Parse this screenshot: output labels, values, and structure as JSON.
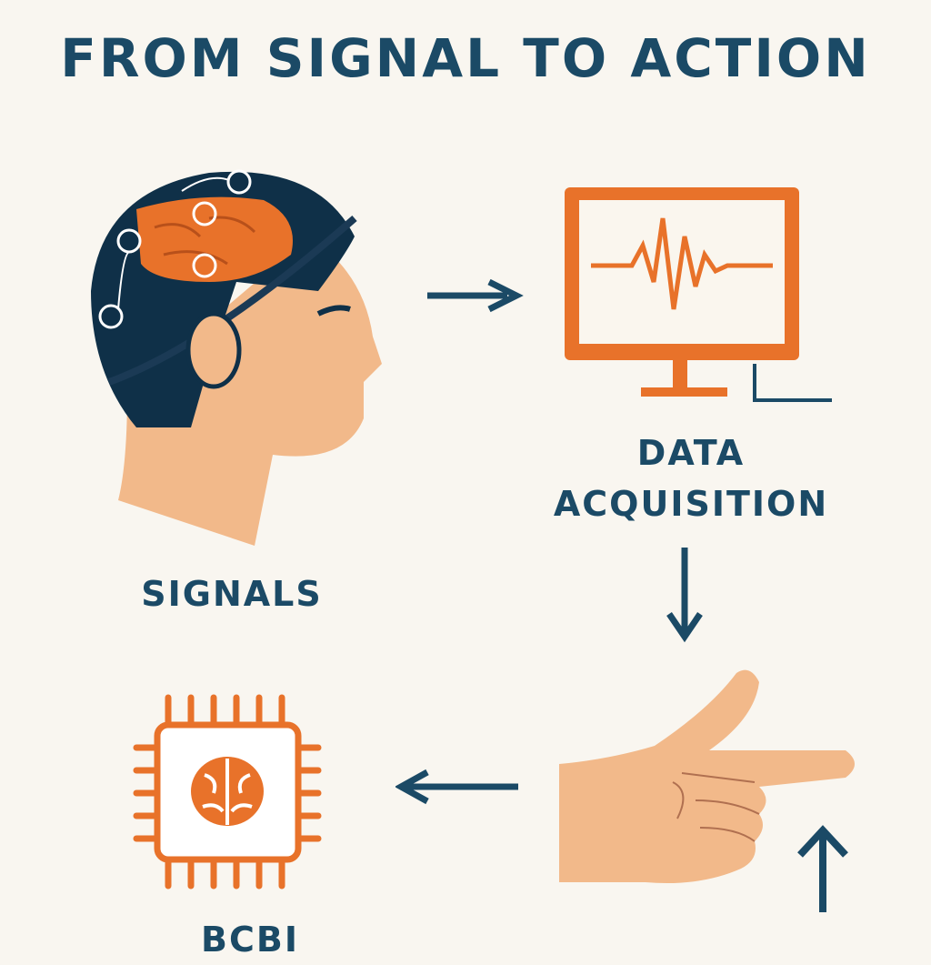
{
  "title": "FROM SIGNAL TO ACTION",
  "steps": {
    "signals": "SIGNALS",
    "data_acquisition_line1": "DATA",
    "data_acquisition_line2": "ACQUISITION",
    "processing": "BCBI"
  },
  "colors": {
    "navy": "#1b4a66",
    "orange": "#e8722a",
    "skin": "#f2b98a",
    "background": "#f9f6f0"
  }
}
